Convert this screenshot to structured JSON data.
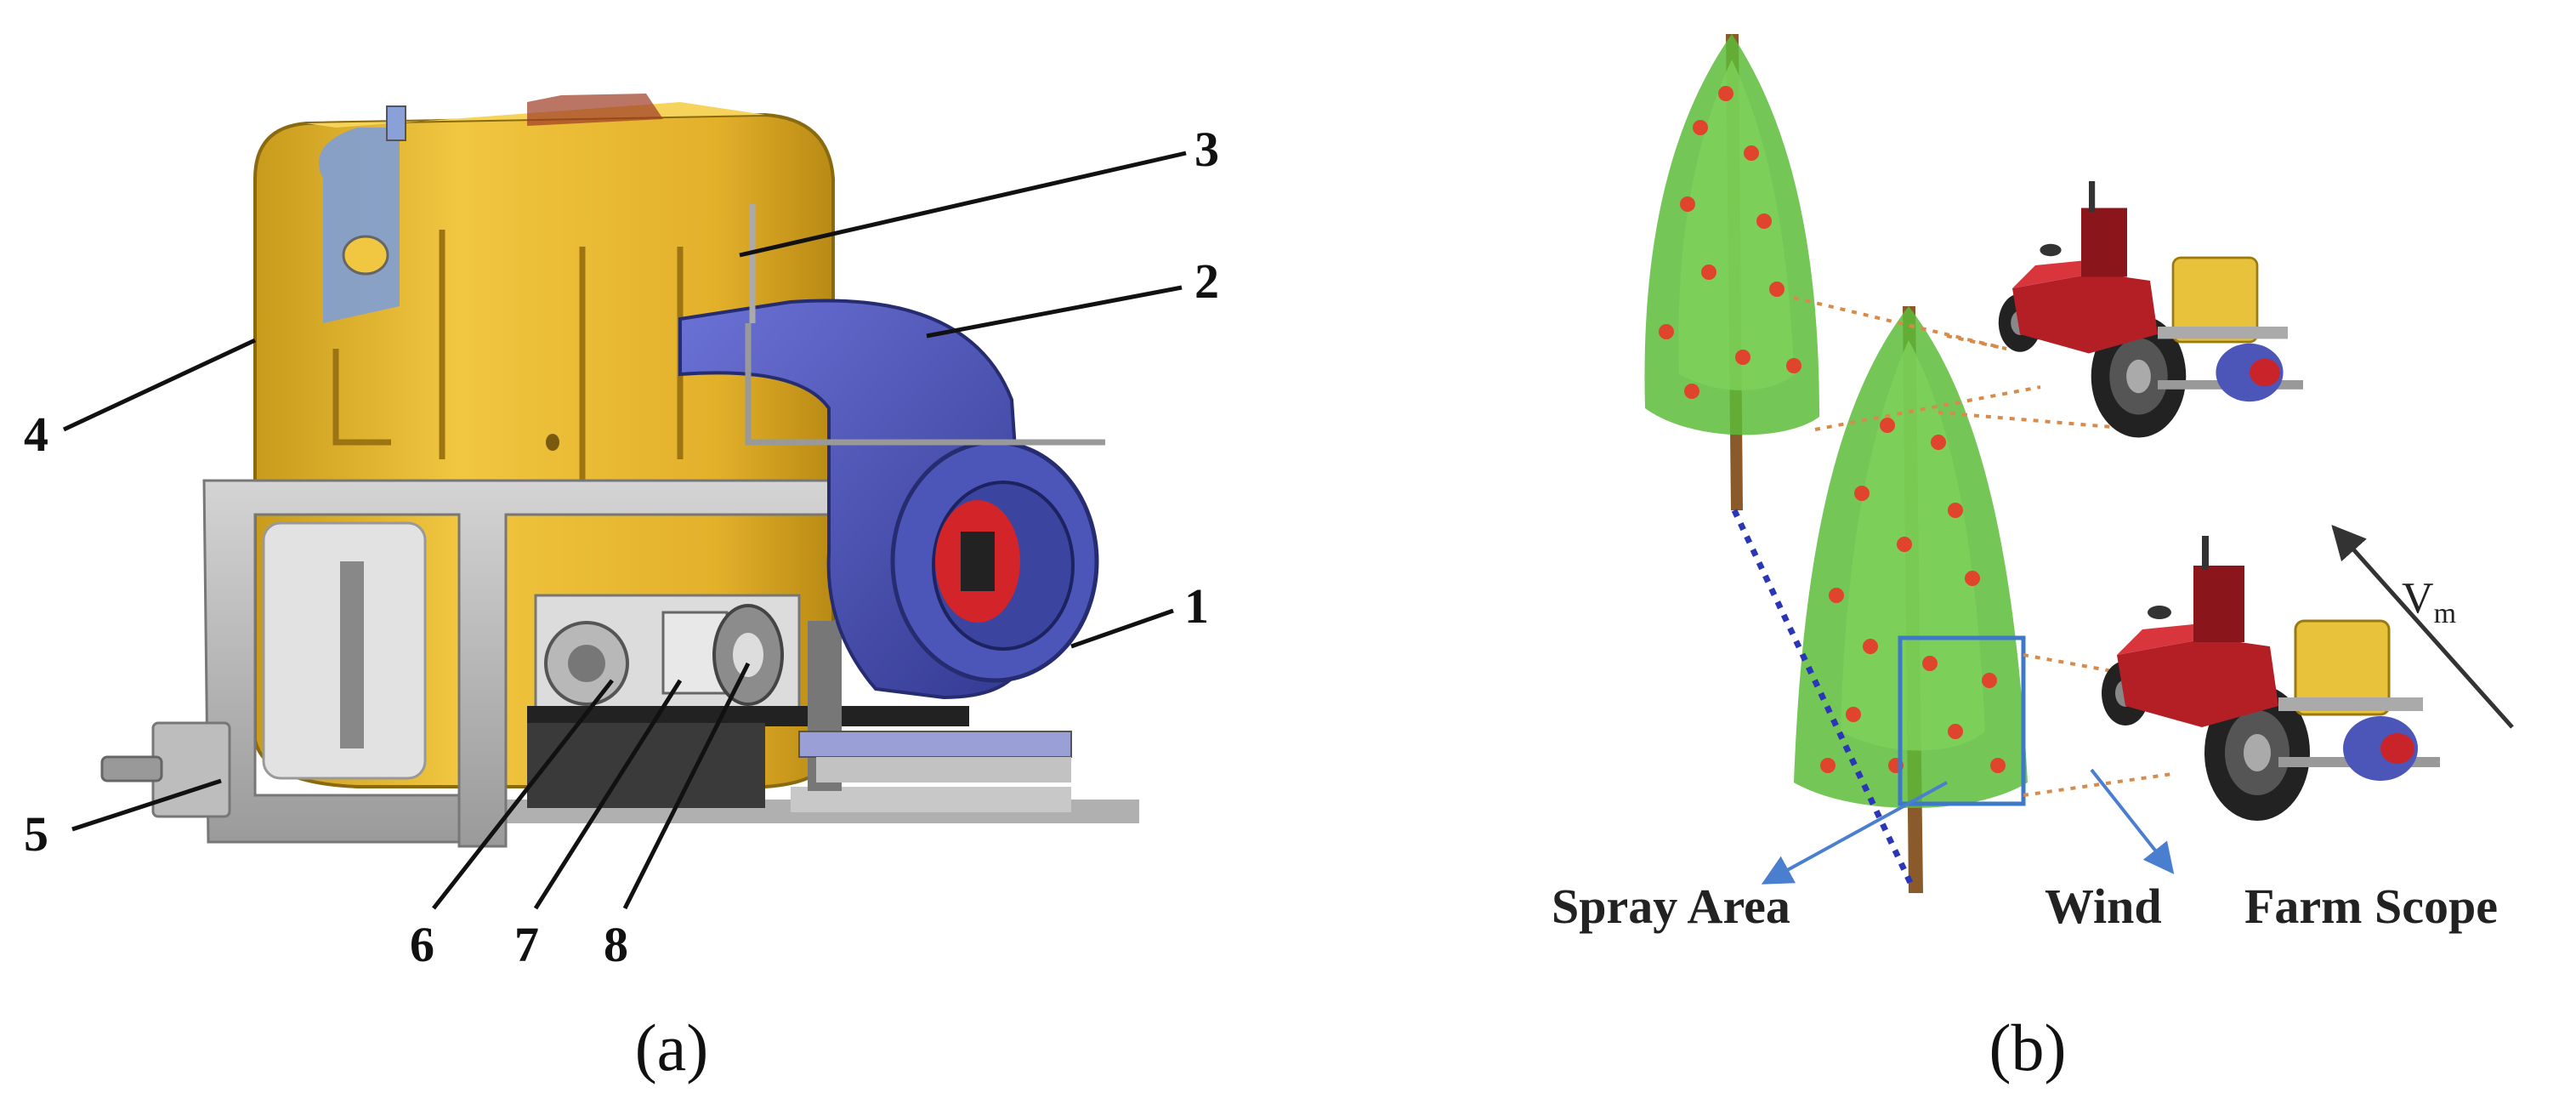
{
  "panel_a": {
    "caption": "(a)",
    "callouts": [
      "1",
      "2",
      "3",
      "4",
      "5",
      "6",
      "7",
      "8"
    ]
  },
  "panel_b": {
    "caption": "(b)",
    "labels": {
      "spray_area": "Spray Area",
      "wind": "Wind",
      "farm_scope": "Farm Scope",
      "velocity": "V",
      "velocity_sub": "m"
    }
  },
  "colors": {
    "tank_yellow": "#e8b82c",
    "fan_blue": "#4c55b8",
    "frame_gray": "#b8b8b8",
    "tree_green": "#5cbc3a",
    "fruit_red": "#e0442c",
    "tractor_red": "#b41f26",
    "dotted_blue": "#2a36b6",
    "arrow_blue": "#4a7fd0"
  }
}
